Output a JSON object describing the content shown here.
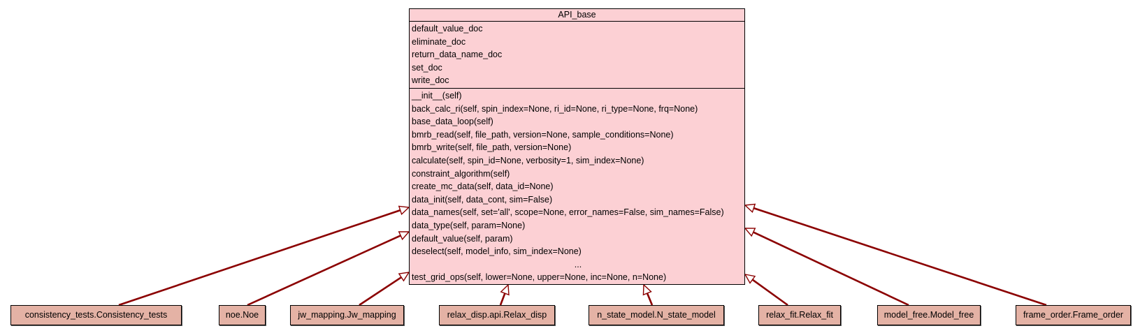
{
  "base_class": {
    "name": "API_base",
    "attributes": [
      "default_value_doc",
      "eliminate_doc",
      "return_data_name_doc",
      "set_doc",
      "write_doc"
    ],
    "methods": [
      "__init__(self)",
      "back_calc_ri(self, spin_index=None, ri_id=None, ri_type=None, frq=None)",
      "base_data_loop(self)",
      "bmrb_read(self, file_path, version=None, sample_conditions=None)",
      "bmrb_write(self, file_path, version=None)",
      "calculate(self, spin_id=None, verbosity=1, sim_index=None)",
      "constraint_algorithm(self)",
      "create_mc_data(self, data_id=None)",
      "data_init(self, data_cont, sim=False)",
      "data_names(self, set='all', scope=None, error_names=False, sim_names=False)",
      "data_type(self, param=None)",
      "default_value(self, param)",
      "deselect(self, model_info, sim_index=None)",
      "...",
      "test_grid_ops(self, lower=None, upper=None, inc=None, n=None)"
    ]
  },
  "subclasses": [
    "consistency_tests.Consistency_tests",
    "noe.Noe",
    "jw_mapping.Jw_mapping",
    "relax_disp.api.Relax_disp",
    "n_state_model.N_state_model",
    "relax_fit.Relax_fit",
    "model_free.Model_free",
    "frame_order.Frame_order"
  ],
  "relation": "inherits-from",
  "colors": {
    "base_fill": "#fcd0d4",
    "subclass_fill": "#e4b2a5",
    "edge": "#8b0000"
  }
}
